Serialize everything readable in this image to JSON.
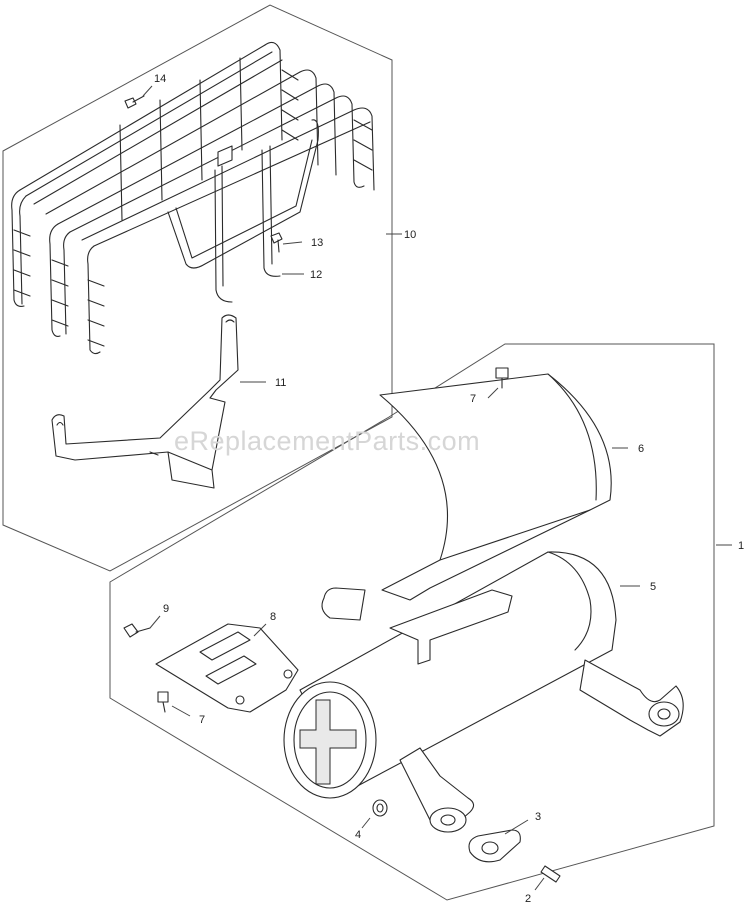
{
  "watermark": "eReplacementParts.com",
  "callouts": {
    "c1": "1",
    "c2": "2",
    "c3": "3",
    "c4": "4",
    "c5": "5",
    "c6": "6",
    "c7a": "7",
    "c7b": "7",
    "c8": "8",
    "c9": "9",
    "c10": "10",
    "c11": "11",
    "c12": "12",
    "c13": "13",
    "c14": "14"
  },
  "colors": {
    "line": "#2b2b2b",
    "watermark": "#d6d6d6"
  }
}
